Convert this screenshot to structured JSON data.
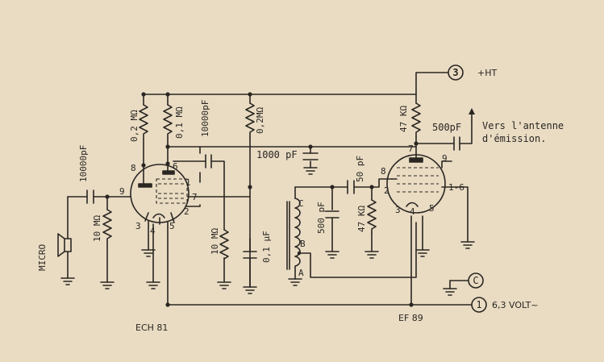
{
  "labels": {
    "micro": "MICRO",
    "c_10000pF_in": "10000pF",
    "r_10M_grid": "10 MΩ",
    "r_0_2M_left": "0,2 MΩ",
    "r_0_1M": "0,1 MΩ",
    "c_10000pF_top": "10000pF",
    "r_0_2M_mid": "0,2MΩ",
    "c_1000pF": "1000 pF",
    "c_50pF": "50 pF",
    "c_500pF_mid": "500 pF",
    "r_47k_grid": "47 KΩ",
    "r_47k_plate": "47 KΩ",
    "c_500pF_ant": "500pF",
    "antenna_line1": "Vers l'antenne",
    "antenna_line2": "d'émission.",
    "ht": "+HT",
    "volt": "6,3 VOLT~",
    "r_10M_low": "10 MΩ",
    "c_0_1uF": "0,1 µF",
    "tube1": "ECH 81",
    "tube2": "EF 89"
  },
  "terminals": {
    "t3": "3",
    "tc": "C",
    "t1": "1"
  },
  "pins_ech81": {
    "p8": "8",
    "p6": "6",
    "p1": "1",
    "p9": "9",
    "p7": "7",
    "p2": "2",
    "p3": "3",
    "p4": "4",
    "p5": "5"
  },
  "pins_ef89": {
    "p7": "7",
    "p9": "9",
    "p8": "8",
    "p2": "2",
    "p16": "1-6",
    "p3": "3",
    "p4": "4",
    "p5": "5"
  },
  "coil_taps": {
    "c": "C",
    "b": "B",
    "a": "A"
  }
}
